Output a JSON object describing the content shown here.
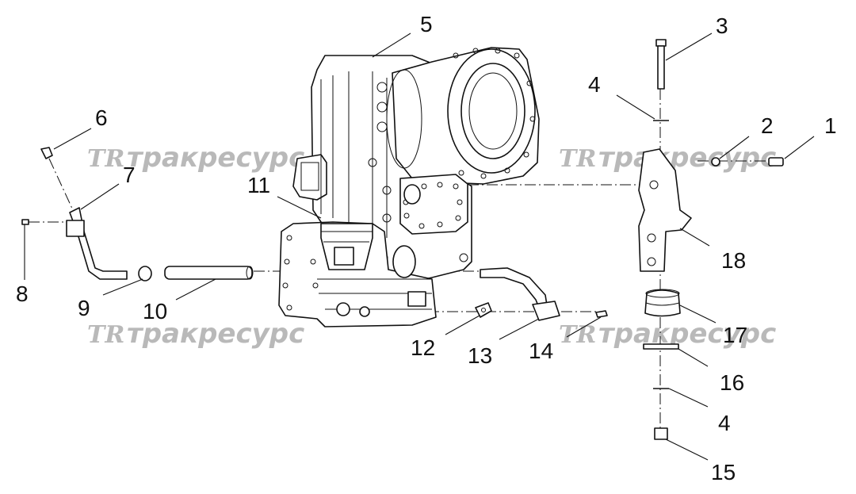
{
  "watermark": {
    "logo": "TR",
    "brand": "тракресурс"
  },
  "callouts": [
    {
      "id": "c1",
      "label": "1"
    },
    {
      "id": "c2",
      "label": "2"
    },
    {
      "id": "c3",
      "label": "3"
    },
    {
      "id": "c4a",
      "label": "4"
    },
    {
      "id": "c4b",
      "label": "4"
    },
    {
      "id": "c5",
      "label": "5"
    },
    {
      "id": "c6",
      "label": "6"
    },
    {
      "id": "c7",
      "label": "7"
    },
    {
      "id": "c8",
      "label": "8"
    },
    {
      "id": "c9",
      "label": "9"
    },
    {
      "id": "c10",
      "label": "10"
    },
    {
      "id": "c11",
      "label": "11"
    },
    {
      "id": "c12",
      "label": "12"
    },
    {
      "id": "c13",
      "label": "13"
    },
    {
      "id": "c14",
      "label": "14"
    },
    {
      "id": "c15",
      "label": "15"
    },
    {
      "id": "c16",
      "label": "16"
    },
    {
      "id": "c17",
      "label": "17"
    },
    {
      "id": "c18",
      "label": "18"
    }
  ]
}
